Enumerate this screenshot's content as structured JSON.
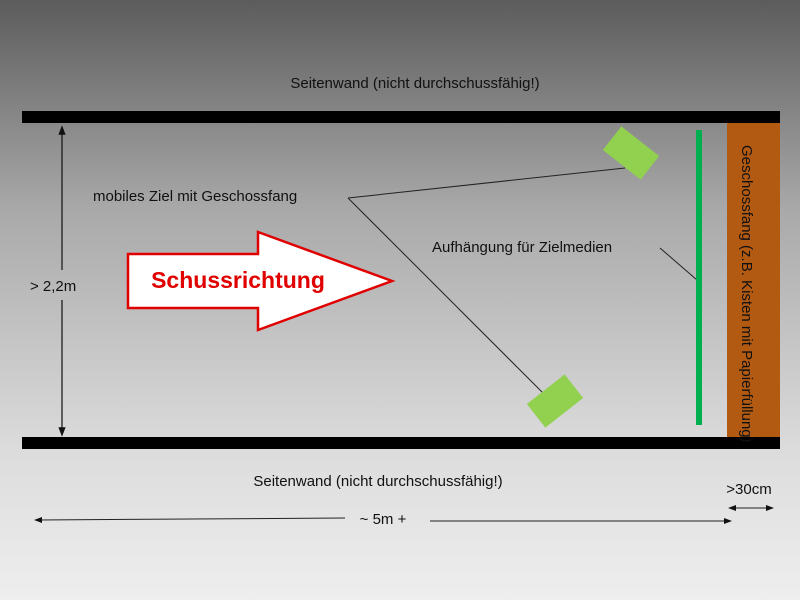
{
  "top_wall_label": "Seitenwand (nicht durchschussfähig!)",
  "bottom_wall_label": "Seitenwand (nicht durchschussfähig!)",
  "height_label": "> 2,2m",
  "mobile_target_label": "mobiles Ziel mit Geschossfang",
  "target_mount_label": "Aufhängung für Zielmedien",
  "direction_label": "Schussrichtung",
  "backstop_label": "Geschossfang (z.B. Kisten mit Papierfüllung)",
  "length_label": "~ 5m +",
  "backstop_depth_label": ">30cm",
  "colors": {
    "wall": "#000000",
    "target": "#92d050",
    "mount": "#00b050",
    "backstop": "#b35a12",
    "arrow": "#e00000"
  }
}
